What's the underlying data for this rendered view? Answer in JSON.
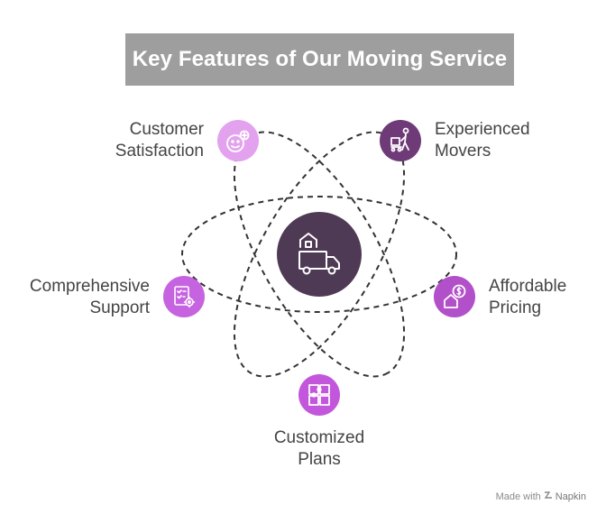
{
  "title": "Key Features of Our Moving Service",
  "center": {
    "icon": "moving-truck-house-icon",
    "color": "#4f3a55"
  },
  "features": [
    {
      "id": "customer-satisfaction",
      "line1": "Customer",
      "line2": "Satisfaction",
      "icon": "smiley-plus-icon",
      "color": "#e3a2ee"
    },
    {
      "id": "experienced-movers",
      "line1": "Experienced",
      "line2": "Movers",
      "icon": "mover-with-cart-icon",
      "color": "#6e3a78"
    },
    {
      "id": "affordable-pricing",
      "line1": "Affordable",
      "line2": "Pricing",
      "icon": "house-dollar-icon",
      "color": "#b250c9"
    },
    {
      "id": "customized-plans",
      "line1": "Customized",
      "line2": "Plans",
      "icon": "puzzle-pieces-icon",
      "color": "#c257dc"
    },
    {
      "id": "comprehensive-support",
      "line1": "Comprehensive",
      "line2": "Support",
      "icon": "checklist-gear-icon",
      "color": "#c663e0"
    }
  ],
  "footer": {
    "prefix": "Made with",
    "brand": "Napkin"
  }
}
